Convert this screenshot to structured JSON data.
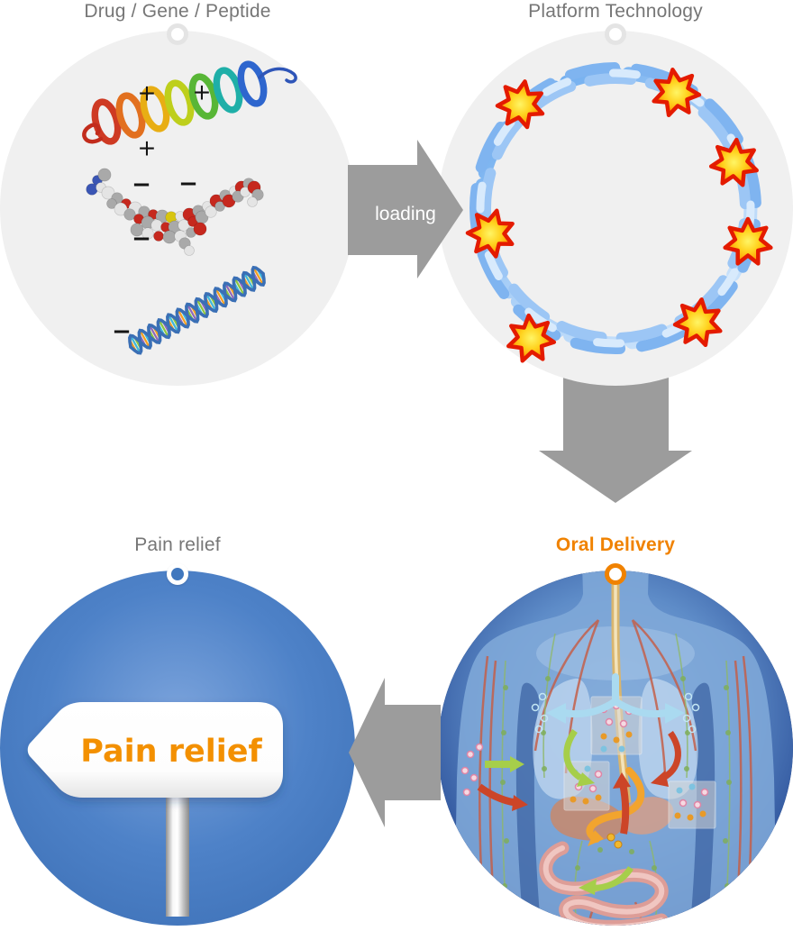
{
  "page": {
    "background": "#FFFFFF"
  },
  "nodes": {
    "drug": {
      "title": "Drug / Gene / Peptide",
      "illustrations": [
        "protein-ribbon",
        "drug-molecule",
        "dna-helix"
      ],
      "charges": {
        "plus": "+",
        "minus": "−",
        "plus_count": 3,
        "minus_count": 4
      }
    },
    "platform": {
      "title": "Platform Technology",
      "illustrations": [
        "nanocarrier-ring",
        "payload-stars"
      ],
      "star_count": 7
    },
    "oral": {
      "title": "Oral Delivery",
      "illustration": "human-body-drug-distribution"
    },
    "pain": {
      "title": "Pain relief",
      "sign_text": "Pain relief",
      "illustration": "signpost"
    }
  },
  "arrows": {
    "loading_label": "loading",
    "directions": [
      "right",
      "down",
      "left"
    ]
  },
  "colors": {
    "title_text": "#767676",
    "oral_delivery_accent": "#F08200",
    "flow_arrow": "#9C9C9C",
    "input_circle_bg": "#F0F0F0",
    "pain_circle_blue": "#4077BE",
    "sign_text_orange": "#F39000",
    "payload_star_red": "#E41B00",
    "carrier_ribbon_blue": "#6FA8EC"
  }
}
